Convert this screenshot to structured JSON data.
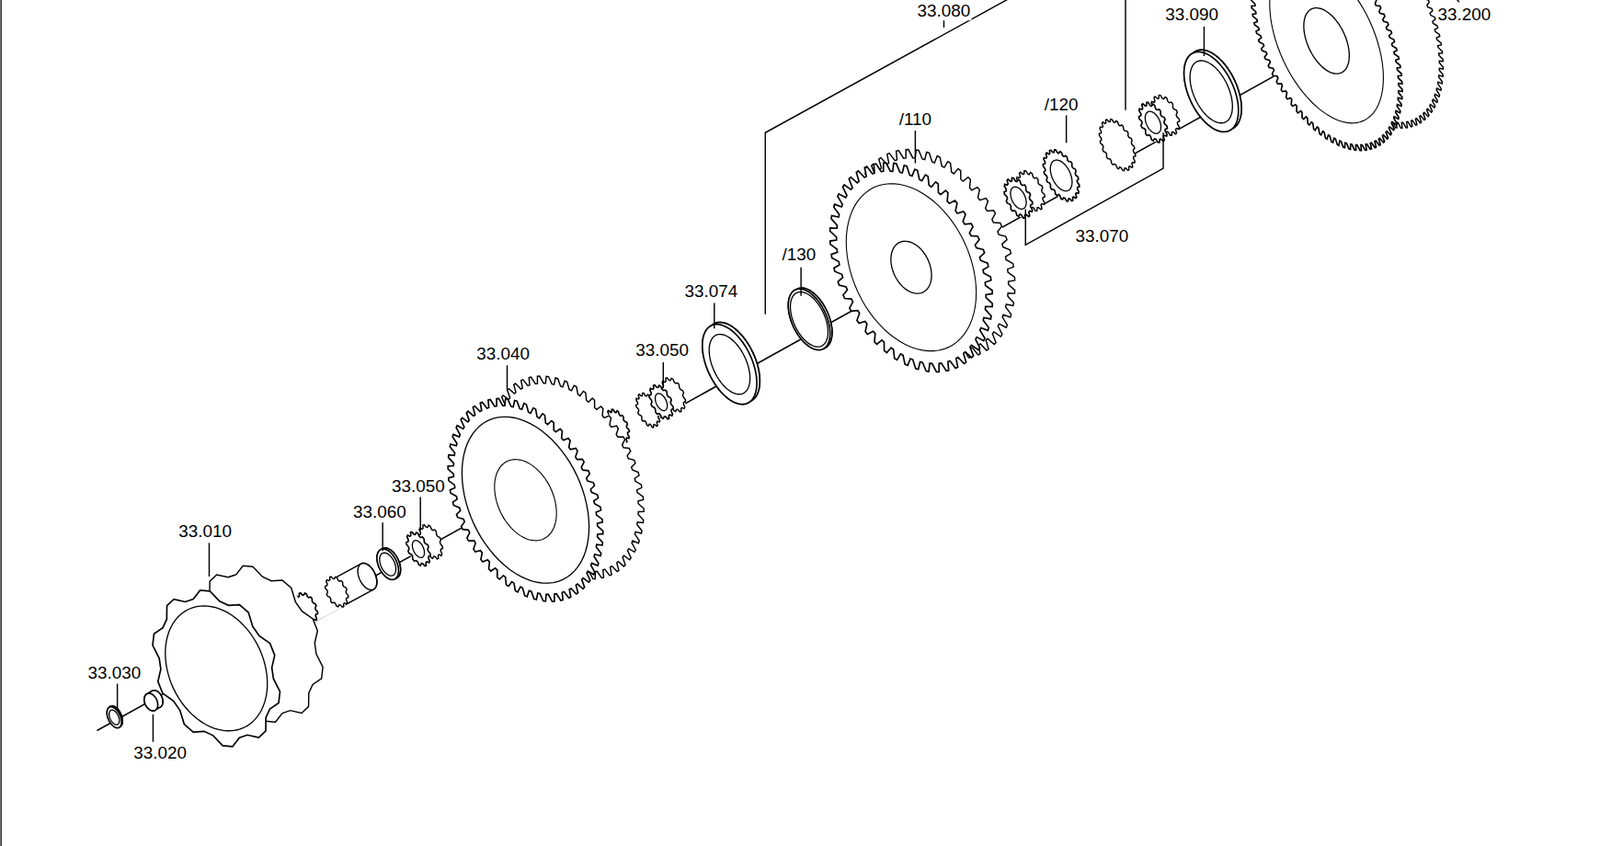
{
  "diagram": {
    "labels": [
      "33.080",
      "33.200",
      "33.090",
      "/120",
      "/110",
      "33.070",
      "/130",
      "33.074",
      "33.050",
      "33.040",
      "33.050",
      "33.060",
      "33.010",
      "33.030",
      "33.020"
    ]
  }
}
